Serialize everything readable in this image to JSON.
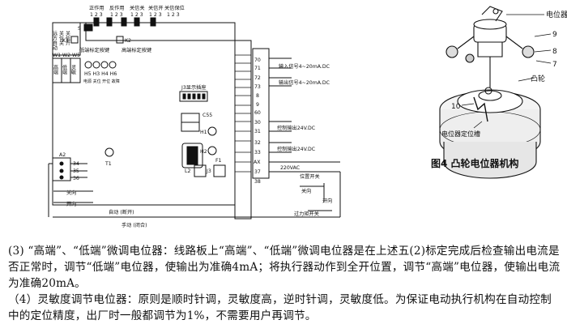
{
  "left_diagram": {
    "mode_col": [
      "远方自动",
      "关信关",
      "关信开"
    ],
    "sw_groups": [
      {
        "label": "正作用",
        "nums": "1 2 3"
      },
      {
        "label": "反作用",
        "nums": "1 2 3"
      },
      {
        "label": "关信关",
        "nums": "1 2 3"
      },
      {
        "label": "关信开",
        "nums": "1 2 3"
      },
      {
        "label": "关信保位",
        "nums": "1 2 3"
      }
    ],
    "s_label": "S",
    "k1": "K1",
    "k2": "K2",
    "low_btn": "低端标定按键",
    "high_btn": "高端标定按键",
    "w_labels": "W1 W2 W5",
    "w_sub": [
      "高端",
      "低端",
      "灵敏"
    ],
    "h_labels": "H5 H3 H4 H6",
    "h_sub": "电源 关位 开位 故障",
    "j3_label": "J3显示插座",
    "c55": "C55",
    "t1": "T1",
    "l2": "L2",
    "j3": "J3",
    "h1": "H1",
    "h2": "H2",
    "f1": "F1",
    "a2": "A2",
    "t34": "34",
    "t35": "35",
    "t36": "36",
    "guan": "关向",
    "kai": "开向",
    "auto": "自动 (断开)",
    "manual": "手动 (闭合)",
    "terms": [
      "70",
      "71",
      "72",
      "73",
      "8",
      "9",
      "60",
      "30",
      "31",
      "32",
      "33",
      "AX",
      "37",
      "38"
    ],
    "in_sig": "输入信号4~20mA.DC",
    "out_sig": "输出信号4~20mA.DC",
    "ctrl1": "控制输出24V.DC",
    "ctrl2": "控制输出24V.DC",
    "vac": "220VAC",
    "pos_lim": "位置开关",
    "pos_guan": "关向",
    "pos_kai": "开向",
    "torque": "过力矩开关"
  },
  "right_diagram": {
    "pot": "电位器",
    "cam": "凸轮",
    "screw": "电位器定位槽",
    "n9": "9",
    "n8": "8",
    "n7": "7",
    "n10": "10",
    "caption": "图4  凸轮电位器机构"
  },
  "paragraphs": {
    "p3": "(3)  “高端”、“低端”微调电位器：线路板上“高端”、“低端”微调电位器是在上述五(2)标定完成后检查输出电流是否正常时，调节“低端”电位器，使输出为准确4mA；将执行器动作到全开位置，调节“高端”电位器，使输出电流为准确20mA。",
    "p4": "（4）灵敏度调节电位器：原则是顺时针调，灵敏度高，逆时针调，灵敏度低。为保证电动执行机构在自动控制中的定位精度，出厂时一般都调节为1%，不需要用户再调节。"
  }
}
